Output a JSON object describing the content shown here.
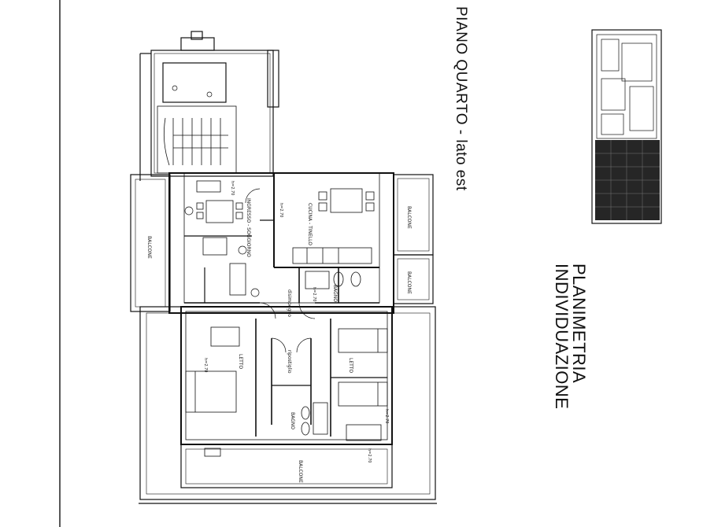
{
  "titles": {
    "floor": "PIANO QUARTO -  lato est",
    "plan_line1": "PLANIMETRIA",
    "plan_line2": "INDIVIDUAZIONE"
  },
  "rooms": {
    "balcone_west": "BALCONE",
    "balcone_east_top": "BALCONE",
    "balcone_east_mid": "BALCONE",
    "balcone_south": "BALCONE",
    "ingresso": "INGRESSO - SOGGIORNO",
    "cucina": "CUCINA - TINELLO",
    "bagno_1": "BAGNO",
    "disimpegno": "disimpegno",
    "letto_1": "LETTO",
    "letto_2": "LETTO",
    "ripostiglio": "ripostiglio",
    "bagno_2": "BAGNO"
  },
  "heights": {
    "h1": "h=2.70",
    "h2": "h=2.70",
    "h3": "h=2.70",
    "h4": "h=2.70",
    "h5": "h=2.70",
    "h6": "h=2.70"
  }
}
